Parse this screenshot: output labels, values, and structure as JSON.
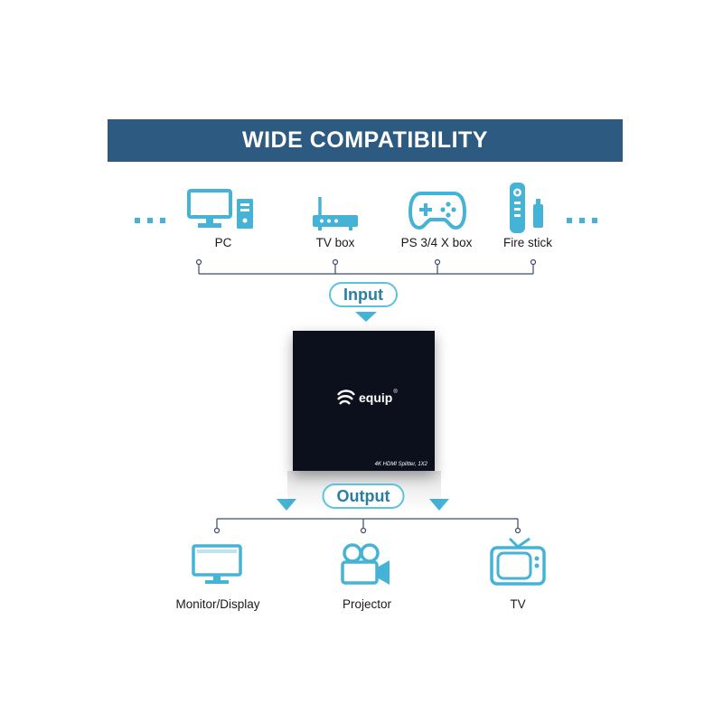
{
  "header": {
    "title": "WIDE COMPATIBILITY"
  },
  "sources": [
    {
      "name": "pc",
      "label": "PC",
      "icon": "pc-icon"
    },
    {
      "name": "tv-box",
      "label": "TV box",
      "icon": "router-icon"
    },
    {
      "name": "ps-box",
      "label": "PS 3/4 X box",
      "icon": "gamepad-icon"
    },
    {
      "name": "fire-stick",
      "label": "Fire stick",
      "icon": "fire-stick-icon"
    }
  ],
  "input_label": "Input",
  "output_label": "Output",
  "device": {
    "brand": "equip",
    "brand_mark": "®",
    "model": "4K HDMI Splitter, 1X2"
  },
  "outputs": [
    {
      "name": "monitor",
      "label": "Monitor/Display",
      "icon": "monitor-icon"
    },
    {
      "name": "projector",
      "label": "Projector",
      "icon": "projector-icon"
    },
    {
      "name": "tv",
      "label": "TV",
      "icon": "tv-icon"
    }
  ],
  "colors": {
    "banner": "#2d5a80",
    "accent": "#5bc3dd",
    "icon": "#45b3d6",
    "line": "#3d4a6b",
    "device": "#0c0f1c"
  }
}
